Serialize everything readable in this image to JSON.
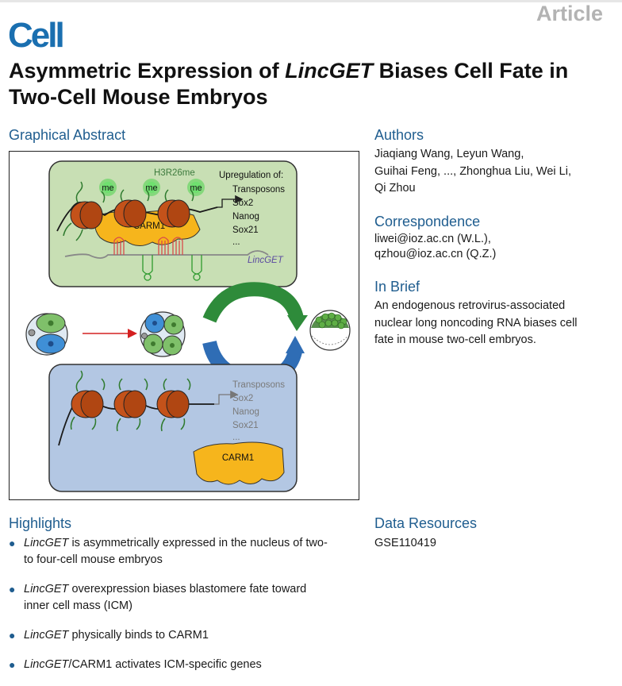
{
  "article_tag": "Article",
  "journal_logo": "Cell",
  "title": {
    "part1": "Asymmetric Expression of ",
    "italic": "LincGET",
    "part2": " Biases Cell Fate in Two-Cell Mouse Embryos"
  },
  "graphical_abstract": {
    "heading": "Graphical Abstract",
    "top_panel": {
      "methyl_label": "H3R26me",
      "me_tag": "me",
      "upregulation_heading": "Upregulation of:",
      "genes": [
        "Transposons",
        "Sox2",
        "Nanog",
        "Sox21",
        "..."
      ],
      "protein": "CARM1",
      "rna": "LincGET"
    },
    "bottom_panel": {
      "genes": [
        "Transposons",
        "Sox2",
        "Nanog",
        "Sox21",
        "..."
      ],
      "protein": "CARM1"
    },
    "colors": {
      "top_panel": "#c8dfb4",
      "bottom_panel": "#b3c7e3",
      "nucleosome": "#c4521a",
      "carm1": "#f6b51c",
      "methyl": "#4cd14c",
      "arrow_green": "#2e8b3a",
      "arrow_blue": "#2f6db5"
    }
  },
  "authors": {
    "heading": "Authors",
    "line1": "Jiaqiang Wang, Leyun Wang,",
    "line2": "Guihai Feng, ..., Zhonghua Liu, Wei Li,",
    "line3": "Qi Zhou"
  },
  "correspondence": {
    "heading": "Correspondence",
    "email1": "liwei@ioz.ac.cn (W.L.),",
    "email2": "qzhou@ioz.ac.cn (Q.Z.)"
  },
  "in_brief": {
    "heading": "In Brief",
    "line1": "An endogenous retrovirus-associated",
    "line2": "nuclear long noncoding RNA biases cell",
    "line3": "fate in mouse two-cell embryos."
  },
  "highlights": {
    "heading": "Highlights",
    "items": [
      {
        "italic": "LincGET",
        "rest_line1": " is asymmetrically expressed in the nucleus of two-",
        "line2": "to four-cell mouse embryos"
      },
      {
        "italic": "LincGET",
        "rest_line1": " overexpression biases blastomere fate toward",
        "line2": "inner cell mass (ICM)"
      },
      {
        "italic": "LincGET",
        "rest_line1": " physically binds to CARM1",
        "line2": ""
      },
      {
        "italic": "LincGET",
        "rest_line1": "/CARM1 activates ICM-specific genes",
        "line2": ""
      }
    ]
  },
  "data_resources": {
    "heading": "Data Resources",
    "accession": "GSE110419"
  }
}
